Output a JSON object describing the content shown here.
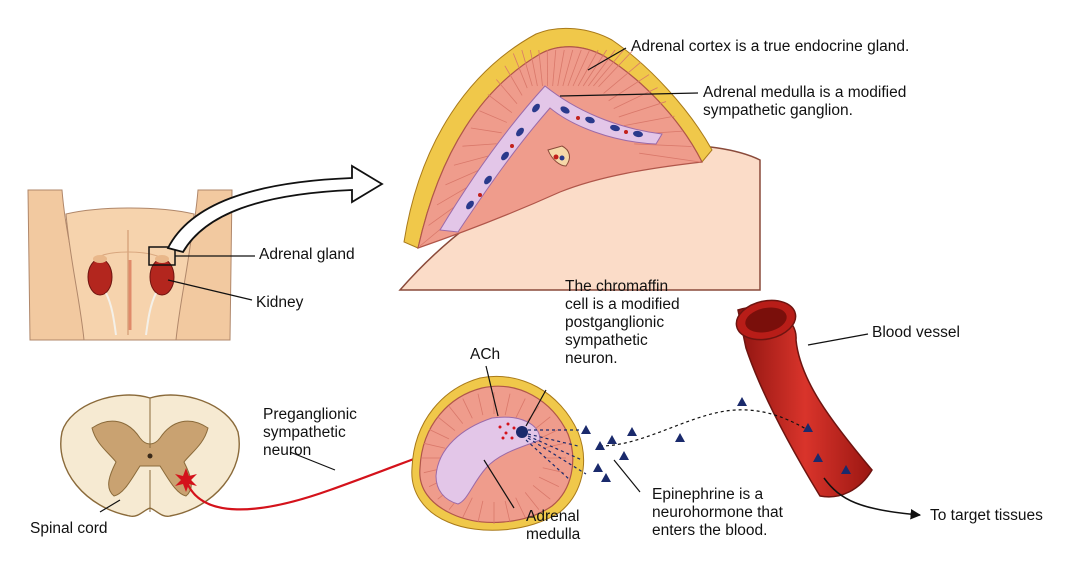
{
  "labels": {
    "adrenal_cortex": "Adrenal cortex is a true endocrine gland.",
    "adrenal_medulla_top": "Adrenal medulla is a modified\nsympathetic ganglion.",
    "adrenal_gland": "Adrenal gland",
    "kidney": "Kidney",
    "chromaffin": "The chromaffin\ncell is a modified\npostganglionic\nsympathetic\nneuron.",
    "blood_vessel": "Blood vessel",
    "ach": "ACh",
    "preganglionic": "Preganglionic\nsympathetic\nneuron",
    "spinal_cord": "Spinal cord",
    "adrenal_medulla_bottom": "Adrenal\nmedulla",
    "epinephrine": "Epinephrine is a\nneurohormone that\nenters the blood.",
    "target_tissues": "To target tissues"
  },
  "colors": {
    "skin": "#f2c9a0",
    "kidney": "#b3261e",
    "cortex": "#ef9c8c",
    "cortex_lines": "#d9786a",
    "capsule_fat": "#f0c84a",
    "medulla": "#e3c6e8",
    "blood_vessel": "#c2201b",
    "spinal_white": "#f6ead2",
    "spinal_gray": "#c9a271",
    "neuron": "#d4121b",
    "epinephrine": "#1a2a6c"
  }
}
